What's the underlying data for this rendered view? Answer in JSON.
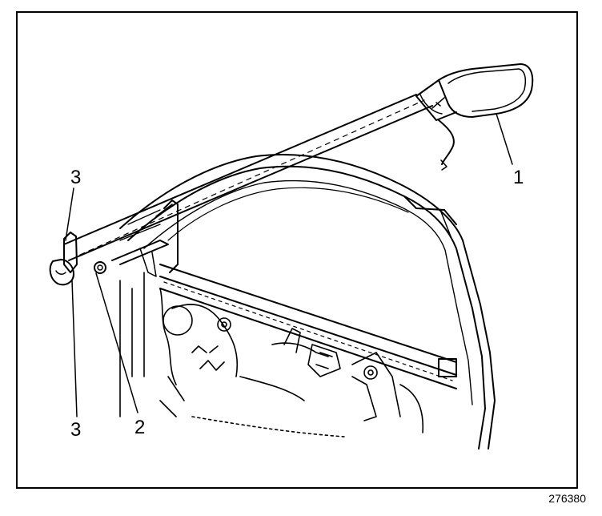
{
  "figure": {
    "figure_number": "276380",
    "callouts": {
      "mirror": "1",
      "nut": "2",
      "bracket_top": "3",
      "bracket_bottom": "3"
    },
    "colors": {
      "ink": "#000000",
      "background": "#ffffff"
    }
  }
}
